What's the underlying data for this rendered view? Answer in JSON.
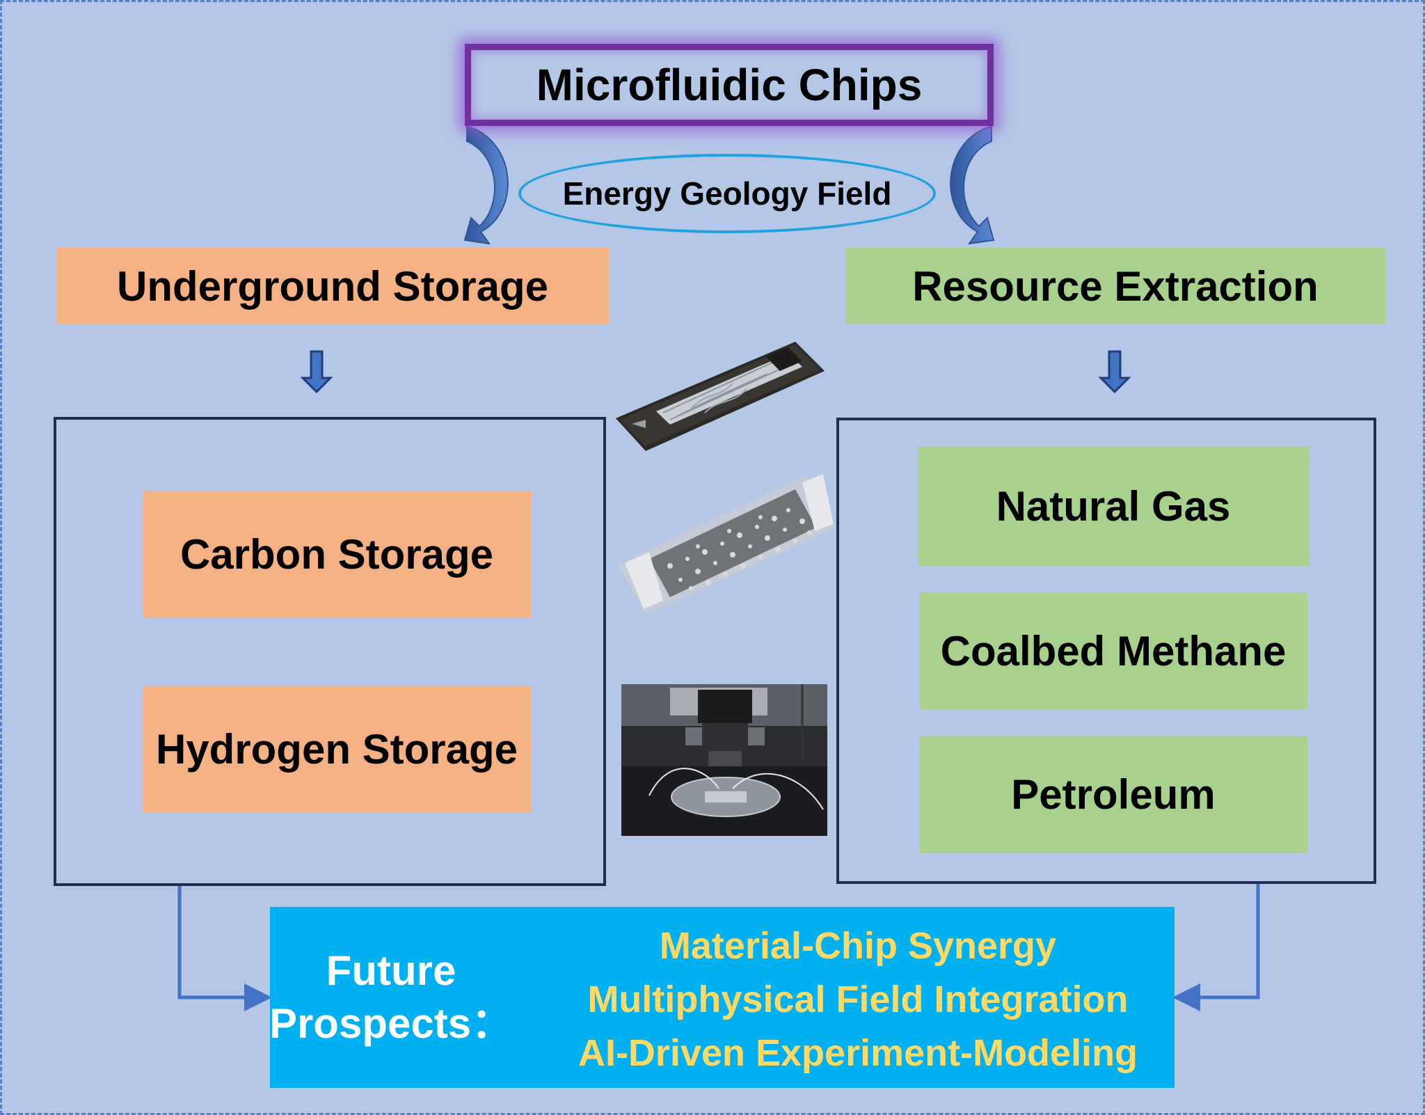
{
  "diagram": {
    "title": "Microfluidic Chips",
    "field": "Energy Geology Field",
    "branches": {
      "left": {
        "label": "Underground Storage",
        "items": [
          "Carbon Storage",
          "Hydrogen Storage"
        ]
      },
      "right": {
        "label": "Resource Extraction",
        "items": [
          "Natural Gas",
          "Coalbed Methane",
          "Petroleum"
        ]
      }
    },
    "future": {
      "label_line1": "Future",
      "label_line2": "Prospects：",
      "items": [
        "Material-Chip Synergy",
        "Multiphysical Field Integration",
        "AI-Driven Experiment-Modeling"
      ]
    },
    "colors": {
      "background": "#b4c7e7",
      "title_border": "#7030a0",
      "ellipse": "#1fa0e0",
      "storage": "#f4b183",
      "extraction": "#a9d18e",
      "future_bg": "#00b0f0",
      "future_text": "#ffd966",
      "arrow": "#4472c4",
      "frame": "#1f2d55"
    },
    "images": [
      "microfluidic-chip-photo",
      "porous-chip-photo",
      "microscope-setup-photo"
    ]
  }
}
